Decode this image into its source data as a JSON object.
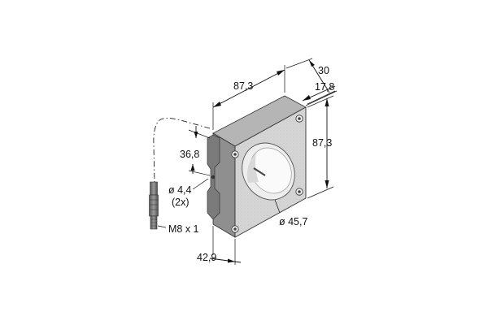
{
  "dimensions": {
    "depth_total": "30",
    "width": "87,3",
    "depth_front": "17,8",
    "height": "87,3",
    "hole_offset": "36,8",
    "hole_diameter": "ø 4,4",
    "hole_count": "(2x)",
    "aperture_diameter": "ø 45,7",
    "connector": "M8 x 1",
    "bottom_offset": "42,9"
  },
  "colors": {
    "frame_front": "#d2d2d2",
    "frame_side": "#8f8f8f",
    "frame_top": "#b3b3b3",
    "bracket": "#7d7d7d",
    "connector_body": "#6e6e6e",
    "line": "#111111"
  }
}
